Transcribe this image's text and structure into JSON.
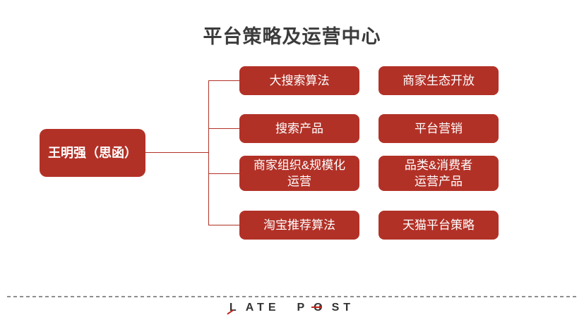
{
  "title": "平台策略及运营中心",
  "colors": {
    "box_red": "#B23127",
    "line_red": "#B23127",
    "logo_accent_red": "#C0251B",
    "title_text": "#3B3B3B",
    "box_text": "#FFFFFF",
    "dashed_rule": "#8F8F8F",
    "logo_text": "#333333"
  },
  "root": {
    "label": "王明强（思函）"
  },
  "columns": [
    {
      "items": [
        {
          "label": "大搜索算法"
        },
        {
          "label": "搜索产品"
        },
        {
          "label": "商家组织&规模化\n运营"
        },
        {
          "label": "淘宝推荐算法"
        }
      ]
    },
    {
      "items": [
        {
          "label": "商家生态开放"
        },
        {
          "label": "平台营销"
        },
        {
          "label": "品类&消费者\n运营产品"
        },
        {
          "label": "天猫平台策略"
        }
      ]
    }
  ],
  "footer": {
    "logo": {
      "l": "L",
      "ate": "ATE",
      "p": "P",
      "o": "O",
      "st": "ST"
    }
  }
}
